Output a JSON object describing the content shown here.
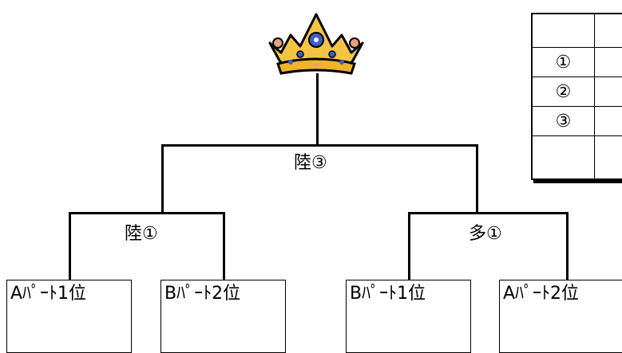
{
  "bracket": {
    "final": {
      "label": "陸③"
    },
    "semi_left": {
      "label": "陸①"
    },
    "semi_right": {
      "label": "多①"
    },
    "teams": [
      "Aﾊﾟｰﾄ1位",
      "Bﾊﾟｰﾄ2位",
      "Bﾊﾟｰﾄ1位",
      "Aﾊﾟｰﾄ2位"
    ]
  },
  "results_table": {
    "rows": [
      {
        "rank": "",
        "value": ""
      },
      {
        "rank": "①",
        "value": ""
      },
      {
        "rank": "②",
        "value": ""
      },
      {
        "rank": "③",
        "value": ""
      },
      {
        "rank": "",
        "value": ""
      }
    ]
  },
  "colors": {
    "crown_gold": "#f5c542",
    "crown_outline": "#000000",
    "jewel_blue": "#3a5fcd",
    "jewel_pink": "#e8a07a"
  }
}
